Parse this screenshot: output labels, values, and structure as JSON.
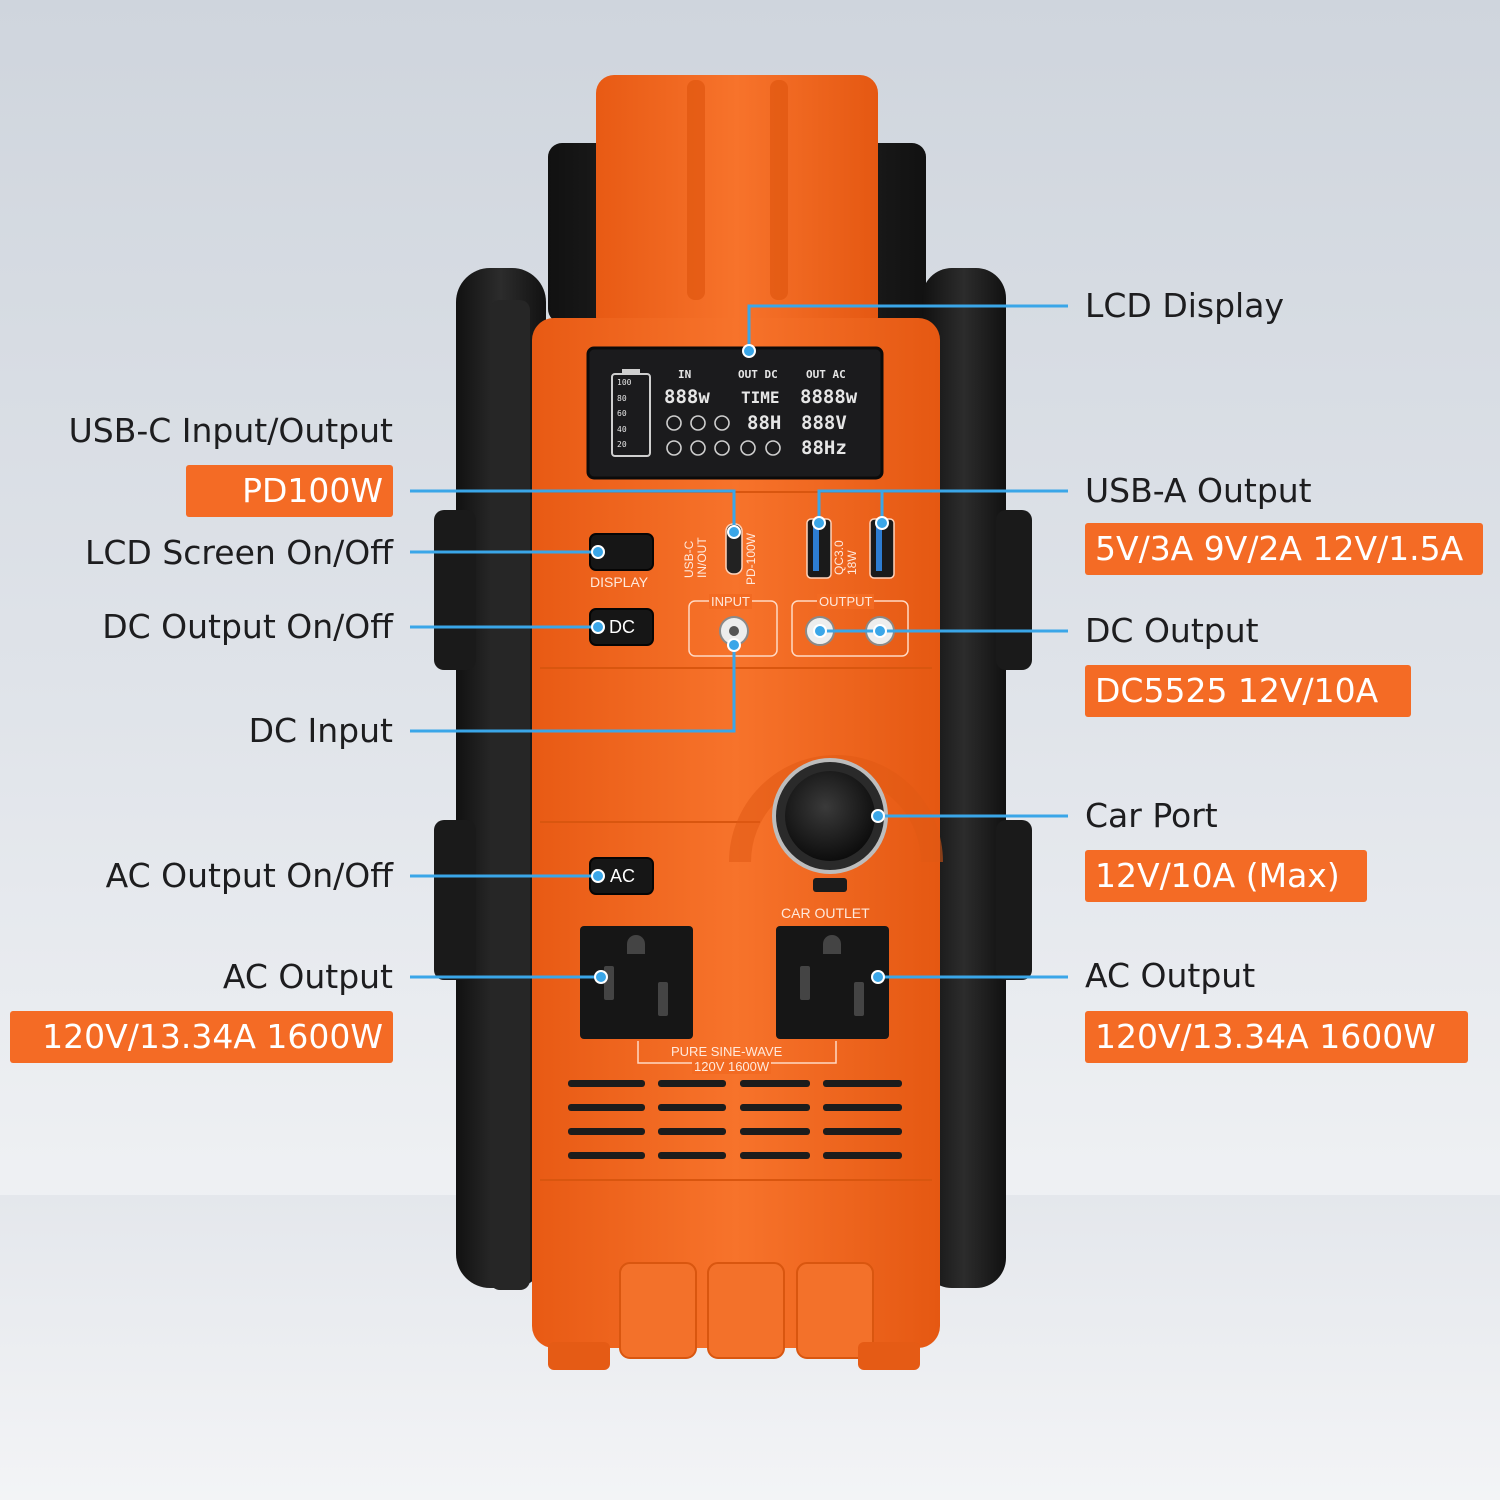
{
  "colors": {
    "accent": "#f46b25",
    "leader": "#3aa6e8",
    "body": "#f26a22",
    "frame": "#1e1e1e"
  },
  "callouts": {
    "lcd_display": {
      "title": "LCD Display"
    },
    "usb_c": {
      "title": "USB-C Input/Output",
      "spec": "PD100W"
    },
    "lcd_screen": {
      "title": "LCD Screen On/Off"
    },
    "dc_output_switch": {
      "title": "DC Output On/Off"
    },
    "dc_input": {
      "title": "DC Input"
    },
    "ac_output_switch": {
      "title": "AC Output On/Off"
    },
    "ac_output_left": {
      "title": "AC Output",
      "spec": "120V/13.34A 1600W"
    },
    "usb_a": {
      "title": "USB-A Output",
      "spec": "5V/3A 9V/2A 12V/1.5A"
    },
    "dc_output": {
      "title": "DC Output",
      "spec": "DC5525 12V/10A"
    },
    "car_port": {
      "title": "Car Port",
      "spec": "12V/10A (Max)"
    },
    "ac_output_right": {
      "title": "AC Output",
      "spec": "120V/13.34A 1600W"
    }
  },
  "device": {
    "lcd": {
      "in_label": "IN",
      "out_dc_label": "OUT DC",
      "out_ac_label": "OUT AC",
      "in_watts": "888w",
      "time_label": "TIME",
      "time_value": "88H",
      "ac_watts": "8888w",
      "ac_volts": "888V",
      "ac_hz": "88Hz",
      "battery_levels": [
        "100",
        "80",
        "60",
        "40",
        "20"
      ]
    },
    "display_button": "DISPLAY",
    "dc_button": "DC",
    "ac_button": "AC",
    "usb_c_label": "USB-C IN/OUT",
    "usb_c_rating": "PD-100W",
    "usb_a_rating": "QC3.0 18W",
    "input_label": "INPUT",
    "output_label": "OUTPUT",
    "car_outlet_label": "CAR OUTLET",
    "sine_line1": "PURE SINE-WAVE",
    "sine_line2": "120V 1600W"
  }
}
